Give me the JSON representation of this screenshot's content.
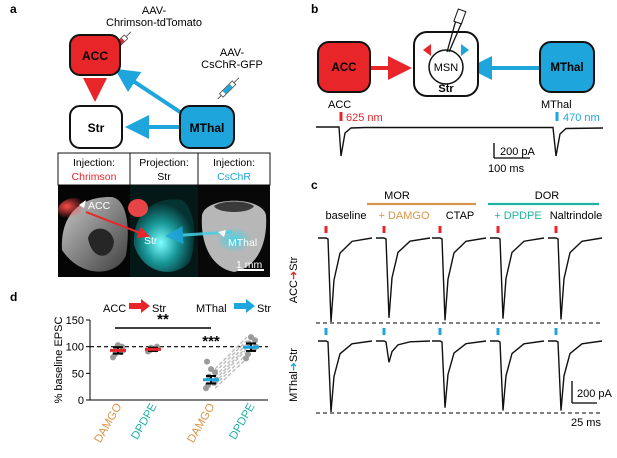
{
  "panels": {
    "a": "a",
    "b": "b",
    "c": "c",
    "d": "d"
  },
  "colors": {
    "acc_red": "#e8262a",
    "mthal_blue": "#1ea6dc",
    "mor_orange": "#d8954a",
    "dor_teal": "#1eb3a4",
    "data_grey": "#9a9a9a"
  },
  "panel_a": {
    "virus_red": {
      "line1": "AAV-",
      "line2": "Chrimson-tdTomato"
    },
    "virus_blue": {
      "line1": "AAV-",
      "line2": "CsChR-GFP"
    },
    "nodes": {
      "acc": "ACC",
      "str": "Str",
      "mthal": "MThal"
    },
    "boxes": [
      {
        "line1": "Injection:",
        "line2": "Chrimson"
      },
      {
        "line1": "Projection:",
        "line2": "Str"
      },
      {
        "line1": "Injection:",
        "line2": "CsChR"
      }
    ],
    "image_labels": {
      "acc": "ACC",
      "str": "Str",
      "mthal": "MThal"
    },
    "scalebar": "1 mm"
  },
  "panel_b": {
    "nodes": {
      "acc": "ACC",
      "msn": "MSN",
      "str": "Str",
      "mthal": "MThal"
    },
    "trace_labels": {
      "acc": "ACC",
      "acc_wl": "625 nm",
      "mthal": "MThal",
      "mthal_wl": "470 nm"
    },
    "scale": {
      "amp": "200 pA",
      "time": "100 ms"
    }
  },
  "panel_c": {
    "mor_label": "MOR",
    "dor_label": "DOR",
    "conditions": [
      {
        "label": "baseline",
        "color": "#000000"
      },
      {
        "label": "+ DAMGO",
        "color": "#d8954a"
      },
      {
        "label": "CTAP",
        "color": "#000000"
      },
      {
        "label": "+ DPDPE",
        "color": "#1eb3a4"
      },
      {
        "label": "Naltrindole",
        "color": "#000000"
      }
    ],
    "row_labels": {
      "acc_top": {
        "a": "ACC",
        "b": "Str"
      },
      "mthal_bottom": {
        "a": "MThal",
        "b": "Str"
      }
    },
    "acc_relative_amplitudes": [
      1.0,
      0.95,
      0.98,
      0.96,
      0.97
    ],
    "mthal_relative_amplitudes": [
      1.0,
      0.3,
      0.94,
      0.98,
      0.98
    ],
    "scale": {
      "amp": "200 pA",
      "time": "25 ms"
    }
  },
  "panel_d": {
    "legend": {
      "acc": "ACC",
      "acc_str": "Str",
      "mthal": "MThal",
      "mthal_str": "Str"
    },
    "significance": {
      "bracket": "**",
      "damgo_mthal": "***"
    },
    "chart_data": {
      "type": "scatter",
      "ylabel": "% baseline EPSC",
      "ylim": [
        0,
        150
      ],
      "yticks": [
        0,
        50,
        100,
        150
      ],
      "reference_line": 100,
      "categories": [
        "DAMGO",
        "DPDPE",
        "DAMGO",
        "DPDPE"
      ],
      "category_colors": [
        "#d8954a",
        "#1eb3a4",
        "#d8954a",
        "#1eb3a4"
      ],
      "groups": [
        {
          "pathway": "ACC→Str",
          "condition": "DAMGO",
          "mean": 93,
          "sem": 6,
          "points": [
            80,
            86,
            90,
            93,
            97,
            100,
            103
          ]
        },
        {
          "pathway": "ACC→Str",
          "condition": "DPDPE",
          "mean": 95,
          "sem": 3,
          "points": [
            91,
            93,
            95,
            97,
            98,
            100
          ]
        },
        {
          "pathway": "MThal→Str",
          "condition": "DAMGO",
          "mean": 38,
          "sem": 7,
          "points": [
            22,
            28,
            32,
            38,
            44,
            52,
            58,
            72
          ]
        },
        {
          "pathway": "MThal→Str",
          "condition": "DPDPE",
          "mean": 99,
          "sem": 7,
          "points": [
            78,
            86,
            96,
            100,
            106,
            112,
            118
          ]
        }
      ]
    }
  }
}
